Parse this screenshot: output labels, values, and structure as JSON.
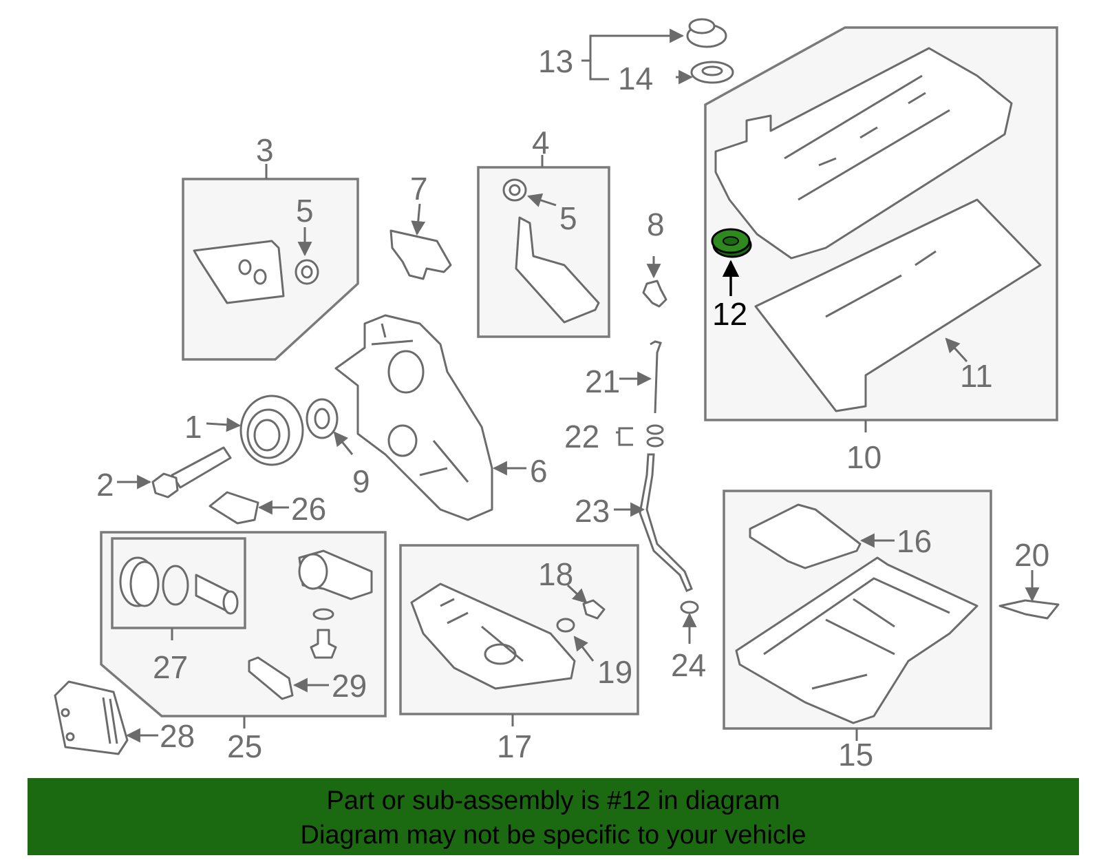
{
  "diagram": {
    "highlight_color": "#1b6a11",
    "labels": {
      "n1": "1",
      "n2": "2",
      "n3": "3",
      "n4": "4",
      "n5a": "5",
      "n5b": "5",
      "n6": "6",
      "n7": "7",
      "n8": "8",
      "n9": "9",
      "n10": "10",
      "n11": "11",
      "n12": "12",
      "n13": "13",
      "n14": "14",
      "n15": "15",
      "n16": "16",
      "n17": "17",
      "n18": "18",
      "n19": "19",
      "n20": "20",
      "n21": "21",
      "n22": "22",
      "n23": "23",
      "n24": "24",
      "n25": "25",
      "n26": "26",
      "n27": "27",
      "n28": "28",
      "n29": "29"
    }
  },
  "banner": {
    "line1": "Part or sub-assembly is #12 in diagram",
    "line2": "Diagram may not be specific to your vehicle",
    "background": "#1b6a11"
  }
}
